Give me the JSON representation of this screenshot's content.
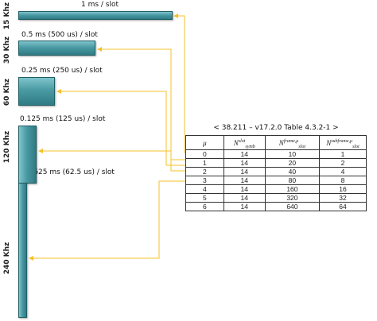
{
  "numerologies": [
    {
      "scs": "15 Khz",
      "slot": "1 ms / slot"
    },
    {
      "scs": "30 Khz",
      "slot": "0.5 ms (500 us) / slot"
    },
    {
      "scs": "60 Khz",
      "slot": "0.25 ms (250 us) / slot"
    },
    {
      "scs": "120 Khz",
      "slot": "0.125 ms (125 us) / slot"
    },
    {
      "scs": "240 Khz",
      "slot": "0.0625 ms (62.5 us) / slot"
    }
  ],
  "table": {
    "title": "< 38.211 – v17.2.0 Table 4.3.2-1 >",
    "headers": {
      "mu": "μ",
      "h1_base": "N",
      "h1_sup": "slot",
      "h1_sub": "symb",
      "h2_base": "N",
      "h2_sup": "frame,μ",
      "h2_sub": "slot",
      "h3_base": "N",
      "h3_sup": "subframe,μ",
      "h3_sub": "slot"
    },
    "rows": [
      [
        "0",
        "14",
        "10",
        "1"
      ],
      [
        "1",
        "14",
        "20",
        "2"
      ],
      [
        "2",
        "14",
        "40",
        "4"
      ],
      [
        "3",
        "14",
        "80",
        "8"
      ],
      [
        "4",
        "14",
        "160",
        "16"
      ],
      [
        "5",
        "14",
        "320",
        "32"
      ],
      [
        "6",
        "14",
        "640",
        "64"
      ]
    ]
  },
  "colors": {
    "bar": "#4a9aa3",
    "bar_border": "#1f5d64",
    "arrow": "#f5c02a"
  }
}
